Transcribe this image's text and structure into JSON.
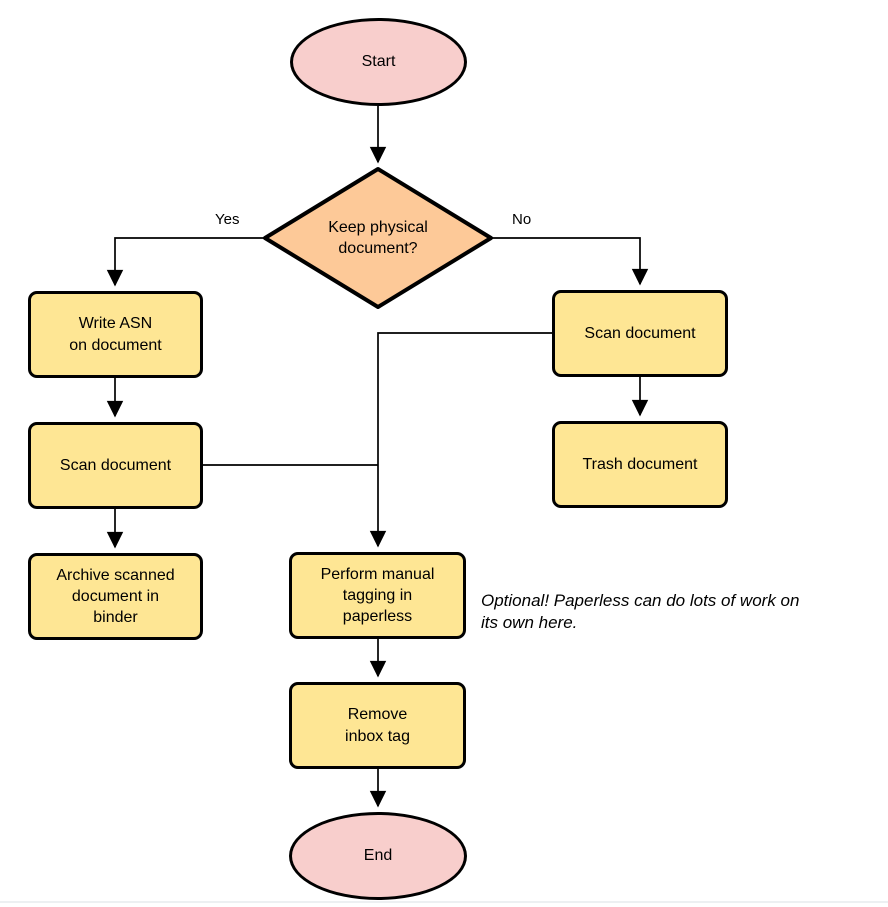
{
  "colors": {
    "terminator_fill": "#f8cecc",
    "decision_fill": "#fdc998",
    "process_fill": "#fee694",
    "stroke": "#000000",
    "note_text": "#000000",
    "bottom_rule": "#edf0f2"
  },
  "flowchart": {
    "nodes": {
      "start": {
        "label": "Start",
        "type": "terminator"
      },
      "decision": {
        "label": [
          "Keep physical",
          "document?"
        ],
        "type": "decision"
      },
      "write_asn": {
        "label": [
          "Write ASN",
          "on document"
        ],
        "type": "process"
      },
      "scan_left": {
        "label": "Scan document",
        "type": "process"
      },
      "archive": {
        "label": [
          "Archive scanned",
          "document in",
          "binder"
        ],
        "type": "process"
      },
      "scan_right": {
        "label": "Scan document",
        "type": "process"
      },
      "trash": {
        "label": "Trash document",
        "type": "process"
      },
      "tagging": {
        "label": [
          "Perform manual",
          "tagging in",
          "paperless"
        ],
        "type": "process"
      },
      "remove_inbox": {
        "label": [
          "Remove",
          "inbox tag"
        ],
        "type": "process"
      },
      "end": {
        "label": "End",
        "type": "terminator"
      }
    },
    "edge_labels": {
      "yes": "Yes",
      "no": "No"
    },
    "note": [
      "Optional! Paperless can do lots of work on",
      "its own here."
    ]
  }
}
